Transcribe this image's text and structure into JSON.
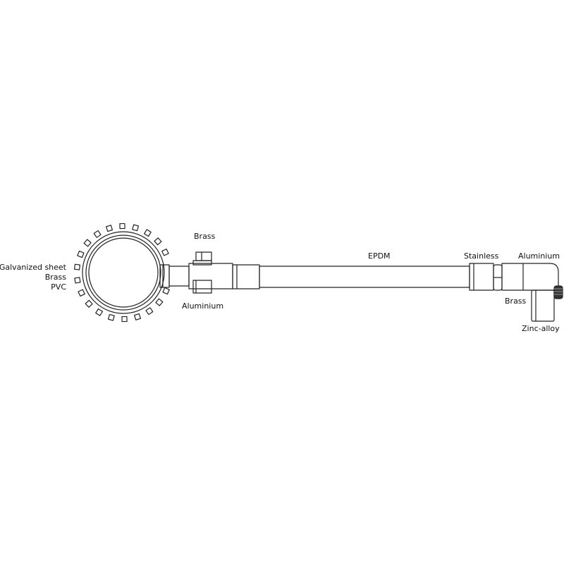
{
  "diagram": {
    "labels": {
      "galvanized_sheet": "Galvanized sheet",
      "brass_left": "Brass",
      "pvc": "PVC",
      "brass_top": "Brass",
      "aluminium_bottom": "Aluminium",
      "epdm": "EPDM",
      "stainless": "Stainless",
      "aluminium_right": "Aluminium",
      "brass_right": "Brass",
      "zinc_alloy": "Zinc-alloy"
    },
    "colors": {
      "stroke": "#222222",
      "background": "#ffffff"
    }
  }
}
